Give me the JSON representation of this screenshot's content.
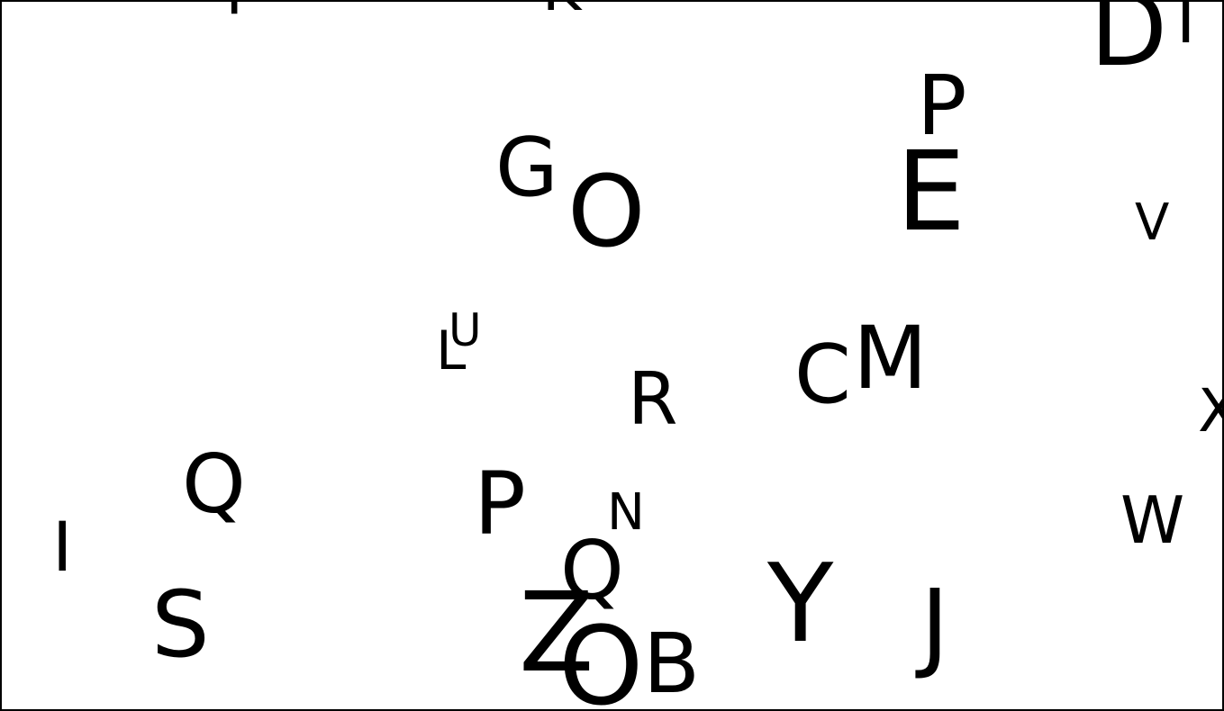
{
  "canvas": {
    "background": "#ffffff",
    "border_color": "#000000",
    "ink_color": "#000000"
  },
  "letters": [
    {
      "id": "t-top",
      "char": "T"
    },
    {
      "id": "k-top",
      "char": "K"
    },
    {
      "id": "d-top",
      "char": "D"
    },
    {
      "id": "i-top",
      "char": "I"
    },
    {
      "id": "p-upper",
      "char": "P"
    },
    {
      "id": "g",
      "char": "G"
    },
    {
      "id": "o-upper",
      "char": "O"
    },
    {
      "id": "e",
      "char": "E"
    },
    {
      "id": "v",
      "char": "V"
    },
    {
      "id": "u",
      "char": "U"
    },
    {
      "id": "l",
      "char": "L"
    },
    {
      "id": "m",
      "char": "M"
    },
    {
      "id": "c",
      "char": "C"
    },
    {
      "id": "r",
      "char": "R"
    },
    {
      "id": "x",
      "char": "X"
    },
    {
      "id": "q-left",
      "char": "Q"
    },
    {
      "id": "p-lower",
      "char": "P"
    },
    {
      "id": "n",
      "char": "N"
    },
    {
      "id": "w",
      "char": "W"
    },
    {
      "id": "i-left",
      "char": "I"
    },
    {
      "id": "q-center",
      "char": "Q"
    },
    {
      "id": "y",
      "char": "Y"
    },
    {
      "id": "s",
      "char": "S"
    },
    {
      "id": "z",
      "char": "Z"
    },
    {
      "id": "o-lower",
      "char": "O"
    },
    {
      "id": "b",
      "char": "B"
    },
    {
      "id": "j",
      "char": "J"
    }
  ]
}
